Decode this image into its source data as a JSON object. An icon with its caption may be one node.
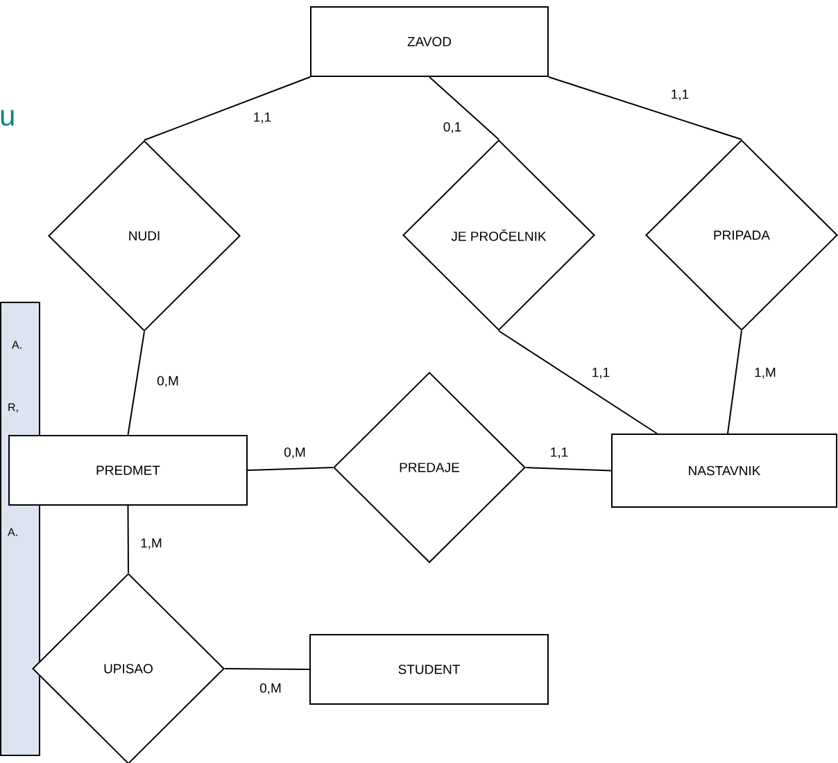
{
  "diagram": {
    "nodes": [
      {
        "text": [
          "A.",
          "R,",
          "A."
        ]
      },
      {
        "text": [
          "ZAVOD"
        ]
      },
      {
        "text": [
          "NUDI"
        ]
      },
      {
        "text": [
          "JE PROČELNIK"
        ]
      },
      {
        "text": [
          "PRIPADA"
        ]
      },
      {
        "text": [
          "PREDMET"
        ]
      },
      {
        "text": [
          "PREDAJE"
        ]
      },
      {
        "text": [
          "NASTAVNIK"
        ]
      },
      {
        "text": [
          "UPISAO"
        ]
      },
      {
        "text": [
          "STUDENT"
        ]
      }
    ],
    "edges": [
      {
        "from": 1,
        "to": 2,
        "arrow": "none",
        "label": "1,1"
      },
      {
        "from": 1,
        "to": 3,
        "arrow": "none",
        "label": "0,1"
      },
      {
        "from": 1,
        "to": 4,
        "arrow": "none",
        "label": "1,1"
      },
      {
        "from": 2,
        "to": 5,
        "arrow": "none",
        "label": "0,M"
      },
      {
        "from": 3,
        "to": 7,
        "arrow": "none",
        "label": "1,1"
      },
      {
        "from": 4,
        "to": 7,
        "arrow": "none",
        "label": "1,M"
      },
      {
        "from": 5,
        "to": 6,
        "arrow": "none",
        "label": "0,M"
      },
      {
        "from": 6,
        "to": 7,
        "arrow": "none",
        "label": "1,1"
      },
      {
        "from": 5,
        "to": 8,
        "arrow": "none",
        "label": "1,M"
      },
      {
        "from": 8,
        "to": 9,
        "arrow": "none",
        "label": "0,M"
      }
    ],
    "labels": [
      "u"
    ]
  }
}
